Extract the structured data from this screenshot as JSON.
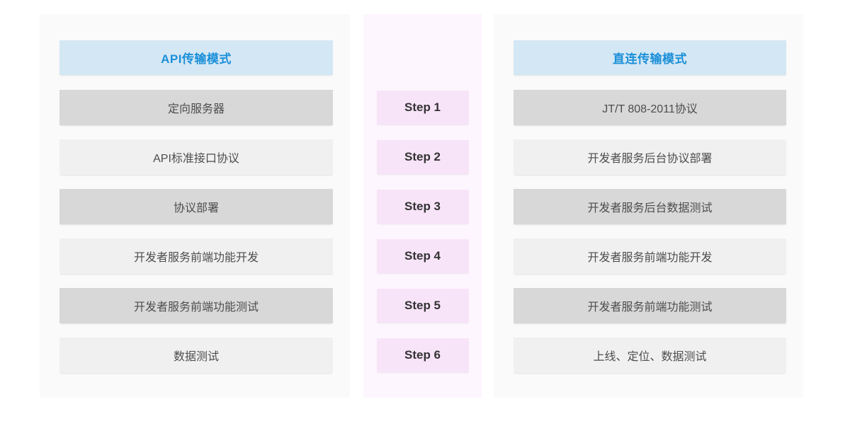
{
  "api_panel": {
    "header": "API传输模式",
    "rows": [
      "定向服务器",
      "API标准接口协议",
      "协议部署",
      "开发者服务前端功能开发",
      "开发者服务前端功能测试",
      "数据测试"
    ]
  },
  "steps": [
    "Step 1",
    "Step 2",
    "Step 3",
    "Step 4",
    "Step 5",
    "Step 6"
  ],
  "direct_panel": {
    "header": "直连传输模式",
    "rows": [
      "JT/T 808-2011协议",
      "开发者服务后台协议部署",
      "开发者服务后台数据测试",
      "开发者服务前端功能开发",
      "开发者服务前端功能测试",
      "上线、定位、数据测试"
    ]
  },
  "colors": {
    "page_bg": "#ffffff",
    "side_panel_bg": "#fafafa",
    "steps_panel_bg": "#fdf6fe",
    "header_bg": "#d4e7f4",
    "header_text": "#1b90d9",
    "row_dark_bg": "#d8d8d8",
    "row_light_bg": "#f0f0f0",
    "row_text": "#4d4d4d",
    "step_bg": "#f8e4f9",
    "step_text": "#333333"
  }
}
